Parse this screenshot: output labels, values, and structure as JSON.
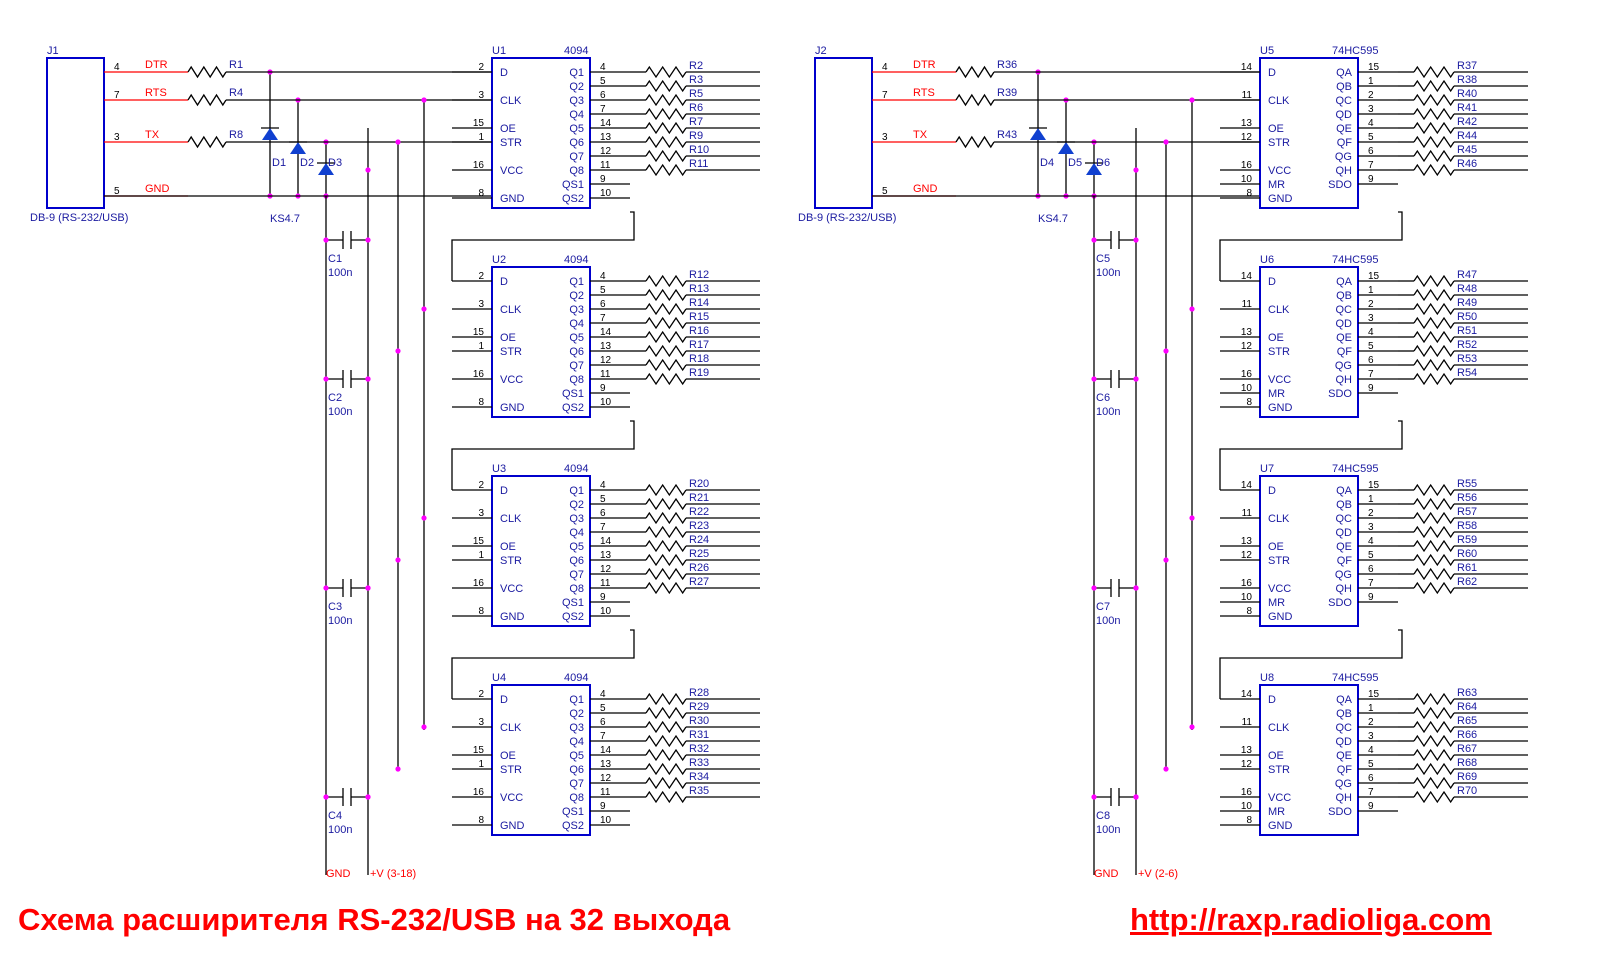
{
  "caption": {
    "title": "Схема расширителя RS-232/USB на 32 выхода",
    "url": "http://raxp.radioliga.com"
  },
  "left": {
    "connector": {
      "ref": "J1",
      "type": "DB-9 (RS-232/USB)"
    },
    "signals": [
      {
        "pin": "4",
        "name": "DTR",
        "res": "R1"
      },
      {
        "pin": "7",
        "name": "RTS",
        "res": "R4"
      },
      {
        "pin": "3",
        "name": "TX",
        "res": "R8"
      },
      {
        "pin": "5",
        "name": "GND",
        "res": ""
      }
    ],
    "diodes": [
      "D1",
      "D2",
      "D3"
    ],
    "diode_type": "KS4.7",
    "chip_type": "4094",
    "chips": [
      {
        "ref": "U1",
        "cap": "C1",
        "res_start": 2,
        "res_list": [
          "R2",
          "R3",
          "R5",
          "R6",
          "R7",
          "R9",
          "R10",
          "R11"
        ]
      },
      {
        "ref": "U2",
        "cap": "C2",
        "res_list": [
          "R12",
          "R13",
          "R14",
          "R15",
          "R16",
          "R17",
          "R18",
          "R19"
        ]
      },
      {
        "ref": "U3",
        "cap": "C3",
        "res_list": [
          "R20",
          "R21",
          "R22",
          "R23",
          "R24",
          "R25",
          "R26",
          "R27"
        ]
      },
      {
        "ref": "U4",
        "cap": "C4",
        "res_list": [
          "R28",
          "R29",
          "R30",
          "R31",
          "R32",
          "R33",
          "R34",
          "R35"
        ]
      }
    ],
    "cap_value": "100n",
    "left_pins": [
      {
        "num": "2",
        "name": "D"
      },
      {
        "num": "3",
        "name": "CLK"
      },
      {
        "num": "15",
        "name": "OE"
      },
      {
        "num": "1",
        "name": "STR"
      },
      {
        "num": "16",
        "name": "VCC"
      },
      {
        "num": "8",
        "name": "GND"
      }
    ],
    "right_pins": [
      {
        "num": "4",
        "name": "Q1"
      },
      {
        "num": "5",
        "name": "Q2"
      },
      {
        "num": "6",
        "name": "Q3"
      },
      {
        "num": "7",
        "name": "Q4"
      },
      {
        "num": "14",
        "name": "Q5"
      },
      {
        "num": "13",
        "name": "Q6"
      },
      {
        "num": "12",
        "name": "Q7"
      },
      {
        "num": "11",
        "name": "Q8"
      },
      {
        "num": "9",
        "name": "QS1"
      },
      {
        "num": "10",
        "name": "QS2"
      }
    ],
    "rail_gnd": "GND",
    "rail_vcc": "+V (3-18)"
  },
  "right": {
    "connector": {
      "ref": "J2",
      "type": "DB-9 (RS-232/USB)"
    },
    "signals": [
      {
        "pin": "4",
        "name": "DTR",
        "res": "R36"
      },
      {
        "pin": "7",
        "name": "RTS",
        "res": "R39"
      },
      {
        "pin": "3",
        "name": "TX",
        "res": "R43"
      },
      {
        "pin": "5",
        "name": "GND",
        "res": ""
      }
    ],
    "diodes": [
      "D4",
      "D5",
      "D6"
    ],
    "diode_type": "KS4.7",
    "chip_type": "74HC595",
    "chips": [
      {
        "ref": "U5",
        "cap": "C5",
        "res_list": [
          "R37",
          "R38",
          "R40",
          "R41",
          "R42",
          "R44",
          "R45",
          "R46"
        ]
      },
      {
        "ref": "U6",
        "cap": "C6",
        "res_list": [
          "R47",
          "R48",
          "R49",
          "R50",
          "R51",
          "R52",
          "R53",
          "R54"
        ]
      },
      {
        "ref": "U7",
        "cap": "C7",
        "res_list": [
          "R55",
          "R56",
          "R57",
          "R58",
          "R59",
          "R60",
          "R61",
          "R62"
        ]
      },
      {
        "ref": "U8",
        "cap": "C8",
        "res_list": [
          "R63",
          "R64",
          "R65",
          "R66",
          "R67",
          "R68",
          "R69",
          "R70"
        ]
      }
    ],
    "cap_value": "100n",
    "left_pins": [
      {
        "num": "14",
        "name": "D"
      },
      {
        "num": "11",
        "name": "CLK"
      },
      {
        "num": "13",
        "name": "OE"
      },
      {
        "num": "12",
        "name": "STR"
      },
      {
        "num": "16",
        "name": "VCC"
      },
      {
        "num": "10",
        "name": "MR"
      },
      {
        "num": "8",
        "name": "GND"
      }
    ],
    "right_pins": [
      {
        "num": "15",
        "name": "QA"
      },
      {
        "num": "1",
        "name": "QB"
      },
      {
        "num": "2",
        "name": "QC"
      },
      {
        "num": "3",
        "name": "QD"
      },
      {
        "num": "4",
        "name": "QE"
      },
      {
        "num": "5",
        "name": "QF"
      },
      {
        "num": "6",
        "name": "QG"
      },
      {
        "num": "7",
        "name": "QH"
      },
      {
        "num": "9",
        "name": "SDO"
      }
    ],
    "rail_gnd": "GND",
    "rail_vcc": "+V (2-6)"
  }
}
